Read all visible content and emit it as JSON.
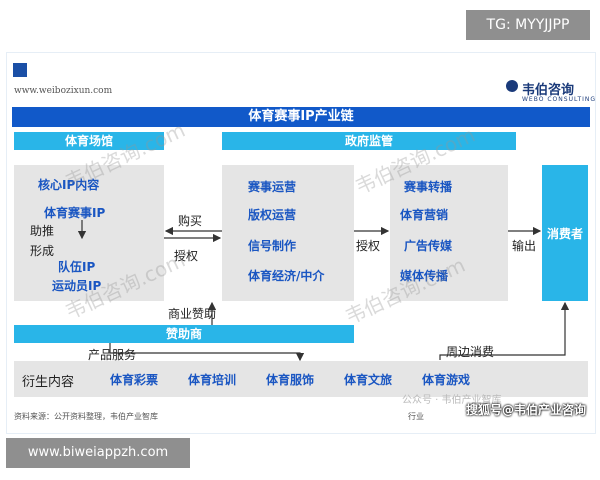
{
  "tag_top": "TG: MYYJJPP",
  "tag_bottom": "www.biweiappzh.com",
  "url": "www.weibozixun.com",
  "logo": {
    "name": "韦伯咨询",
    "sub": "WEBO CONSULTING"
  },
  "title": "体育赛事IP产业链",
  "bands": {
    "sports_venue": "体育场馆",
    "gov": "政府监管",
    "sponsor": "赞助商"
  },
  "left_panel": {
    "core": "核心IP内容",
    "event_ip": "体育赛事IP",
    "push": "助推",
    "form": "形成",
    "team_ip": "队伍IP",
    "athlete_ip": "运动员IP"
  },
  "middle_panel": [
    "赛事运营",
    "版权运营",
    "信号制作",
    "体育经济/中介"
  ],
  "right_panel": [
    "赛事转播",
    "体育营销",
    "广告传媒",
    "媒体传播"
  ],
  "consumer": "消费者",
  "flow_labels": {
    "buy": "购买",
    "license1": "授权",
    "license2": "授权",
    "output": "输出",
    "sponsorship": "商业赞助",
    "product_service": "产品服务",
    "peripheral": "周边消费"
  },
  "derivatives": {
    "label": "衍生内容",
    "items": [
      "体育彩票",
      "体育培训",
      "体育服饰",
      "体育文旅",
      "体育游戏"
    ]
  },
  "source": "资料来源：公开资料整理，韦伯产业智库",
  "watermark": "韦伯咨询.com",
  "wechat_mark": "公众号 · 韦伯产业智库",
  "industry_note": "行业",
  "sohu": "搜狐号@韦伯产业咨询",
  "colors": {
    "title_bar": "#1159c9",
    "band": "#29b5e8",
    "blue_text": "#1a56c2",
    "panel": "#e5e5e5"
  }
}
